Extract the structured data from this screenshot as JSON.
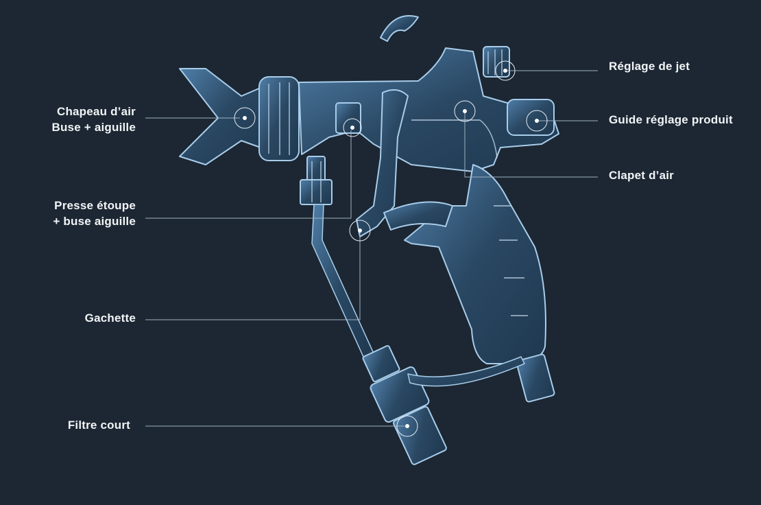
{
  "callouts": {
    "chapeau_air": {
      "line1": "Chapeau d’air",
      "line2": "Buse + aiguille"
    },
    "presse_etoupe": {
      "line1": "Presse étoupe",
      "line2": "+ buse aiguille"
    },
    "gachette": {
      "line1": "Gachette"
    },
    "filtre_court": {
      "line1": "Filtre court"
    },
    "reglage_jet": {
      "line1": "Réglage de jet"
    },
    "guide_reglage": {
      "line1": "Guide réglage produit"
    },
    "clapet_air": {
      "line1": "Clapet d’air"
    }
  },
  "colors": {
    "background": "#1c2733",
    "gun_stroke": "#9cc3e6",
    "gun_fill": "#2b4a66",
    "leader_line": "#9fb0c0",
    "label_text": "#f2f4f6"
  }
}
